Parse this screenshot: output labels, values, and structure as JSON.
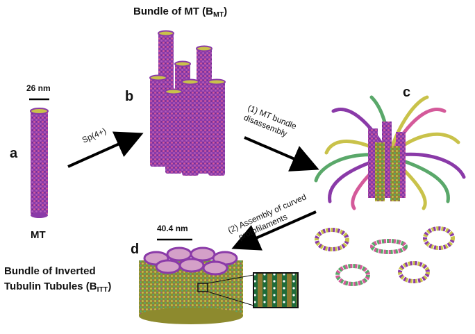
{
  "labels": {
    "panel_a": "a",
    "panel_b": "b",
    "panel_c": "c",
    "panel_d": "d",
    "bmt_title": "Bundle of MT (B",
    "bmt_sub": "MT",
    "bmt_close": ")",
    "mt_name": "MT",
    "scale_mt": "26 nm",
    "scale_bitt": "40.4 nm",
    "arrow_ab": "Sp(4+)",
    "step1_line1": "(1) MT bundle",
    "step1_line2": "disassembly",
    "step2_line1": "(2) Assembly of curved",
    "step2_line2": "protofilaments",
    "bitt_line1": "Bundle of Inverted",
    "bitt_line2": "Tubulin Tubules (B",
    "bitt_sub": "ITT",
    "bitt_close": ")"
  },
  "colors": {
    "purple": "#8a3aa8",
    "pink": "#d45a9a",
    "yellow": "#c9c24a",
    "green": "#5aa86a",
    "olive": "#8d8a2e",
    "arrow": "#000000",
    "inset_bg": "#1f6b3a",
    "inset_border": "#111111"
  }
}
